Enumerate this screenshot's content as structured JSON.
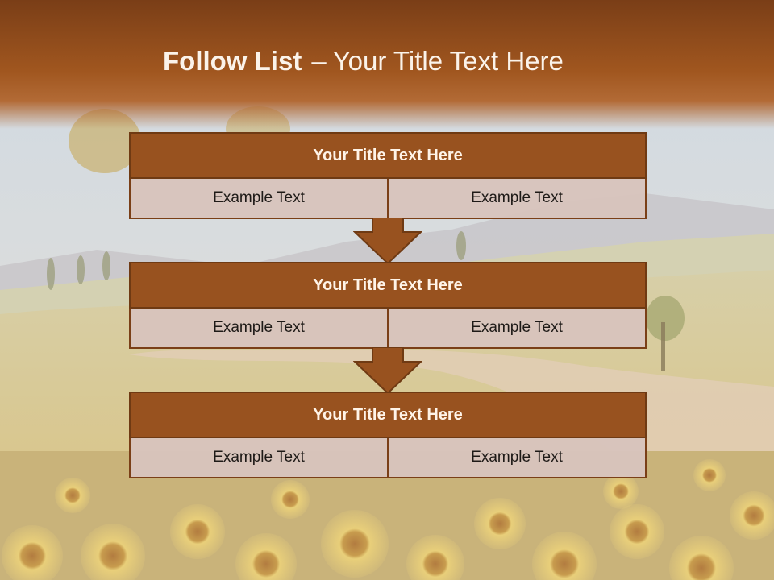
{
  "slide": {
    "title_bold": "Follow List",
    "title_dash": "–",
    "title_rest": "Your Title Text Here"
  },
  "steps": [
    {
      "title": "Your Title Text Here",
      "cells": [
        "Example Text",
        "Example Text"
      ]
    },
    {
      "title": "Your Title Text Here",
      "cells": [
        "Example Text",
        "Example Text"
      ]
    },
    {
      "title": "Your Title Text Here",
      "cells": [
        "Example Text",
        "Example Text"
      ]
    }
  ],
  "colors": {
    "header_band": "#a0561f",
    "block_title": "#98521f",
    "block_border": "#6f3a13",
    "cell_fill": "#d7c4bc",
    "arrow": "#98521f"
  },
  "background_image": "sunflower-field-landscape"
}
